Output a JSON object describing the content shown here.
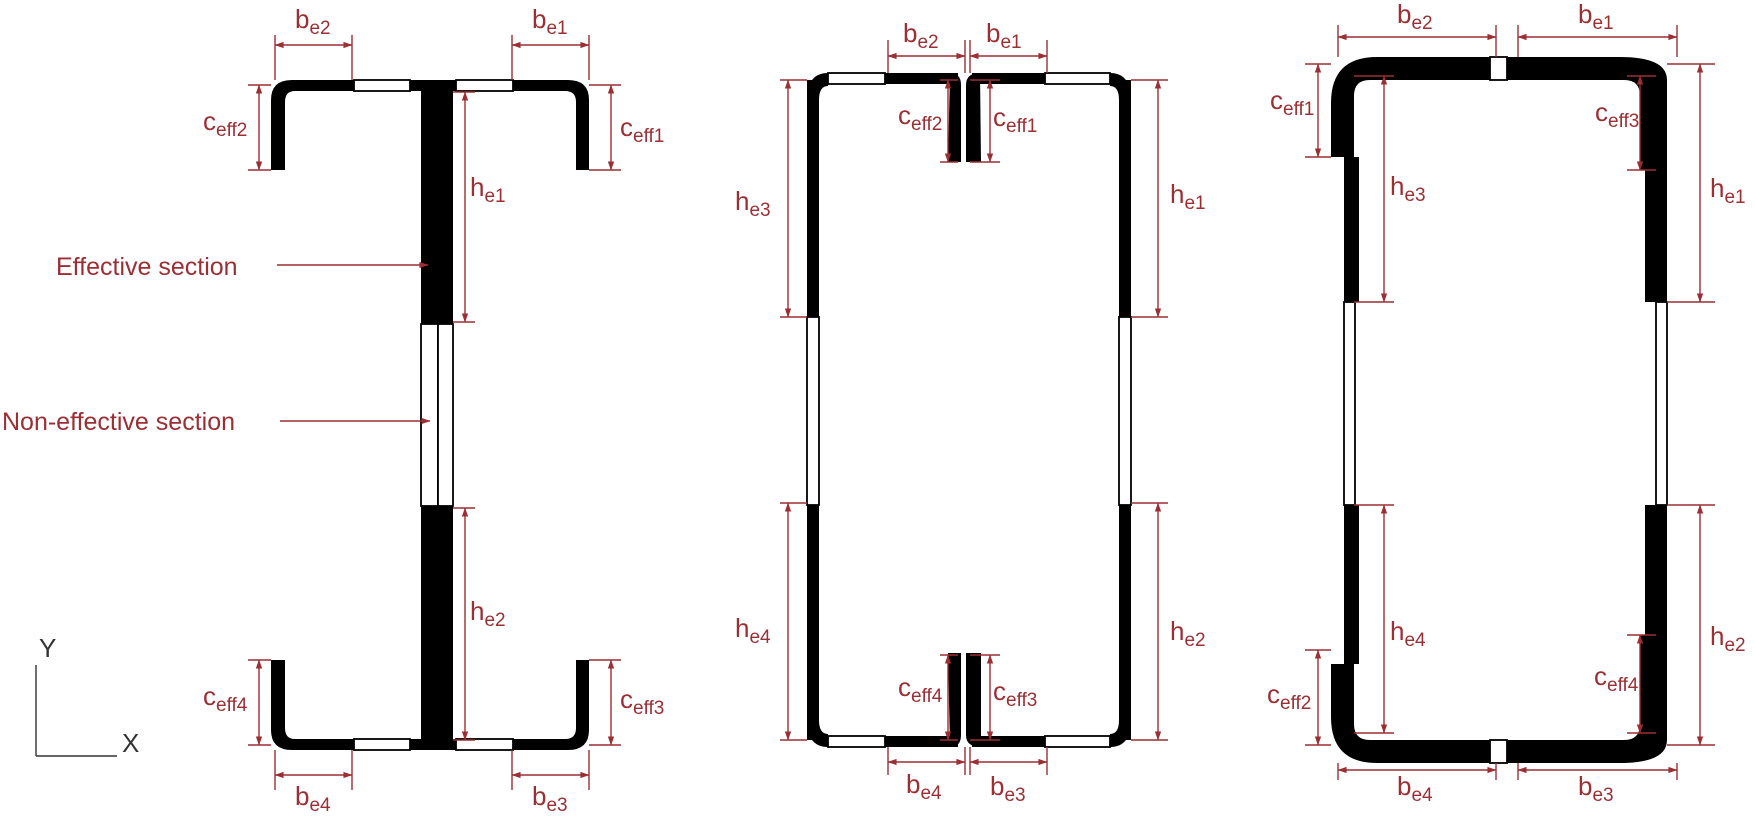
{
  "colors": {
    "section": "#000000",
    "dimension": "#9b2f33",
    "axis": "#333333"
  },
  "callouts": {
    "effective": "Effective section",
    "non_effective": "Non-effective section"
  },
  "axes": {
    "x": "X",
    "y": "Y"
  },
  "symbols": {
    "b": "b",
    "h": "h",
    "c": "c",
    "e1": "e1",
    "e2": "e2",
    "e3": "e3",
    "e4": "e4",
    "eff1": "eff1",
    "eff2": "eff2",
    "eff3": "eff3",
    "eff4": "eff4"
  }
}
